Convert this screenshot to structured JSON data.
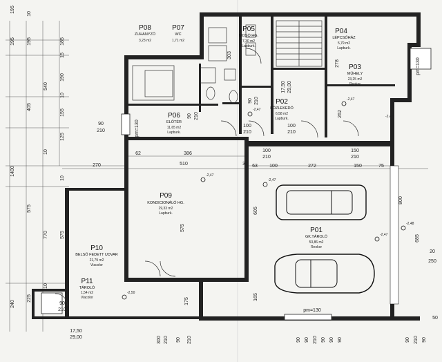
{
  "rooms": {
    "p08": {
      "code": "P08",
      "name": "ZUHANYZÓ",
      "area": "3,23 m2"
    },
    "p07": {
      "code": "P07",
      "name": "WC",
      "area": "1,71 m2"
    },
    "p05": {
      "code": "P05",
      "name": "MOSÓ HG.",
      "area": "7,30 m2",
      "finish": "Lapburk."
    },
    "p04": {
      "code": "P04",
      "name": "LÉPCSŐHÁZ",
      "area": "5,79 m2",
      "finish": "Lapburk."
    },
    "p03": {
      "code": "P03",
      "name": "MŰHELY",
      "area": "23,25 m2",
      "finish": "Reokor"
    },
    "p02": {
      "code": "P02",
      "name": "KÖZLEKEDŐ",
      "area": "6,58 m2",
      "finish": "Lapburk."
    },
    "p06": {
      "code": "P06",
      "name": "ELŐTÉR",
      "area": "11,65 m2",
      "finish": "Lapburk."
    },
    "p09": {
      "code": "P09",
      "name": "KONDICIONÁLÓ HG.",
      "area": "29,33 m2",
      "finish": "Lapburk."
    },
    "p01": {
      "code": "P01",
      "name": "GK.TÁROLÓ",
      "area": "53,86 m2",
      "finish": "Reokor"
    },
    "p10": {
      "code": "P10",
      "name": "BELSŐ FEDETT UDVAR",
      "area": "21,79 m2",
      "finish": "Viacolor"
    },
    "p11": {
      "code": "P11",
      "name": "TÁROLÓ",
      "area": "1,54 m2",
      "finish": "Viacolor"
    }
  },
  "levels": {
    "l1": "-2,47",
    "l2": "-2,47",
    "l3": "-2,47",
    "l4": "-2,47",
    "l5": "-2,47",
    "l6": "-2,48",
    "l7": "-2,50",
    "l8": "-2,47"
  },
  "dims_left": {
    "a1": "195",
    "a2": "10",
    "a3": "185",
    "a4": "15",
    "a5": "190",
    "a6": "10",
    "b1": "195",
    "b2": "540",
    "b3": "405",
    "b4": "155",
    "b5": "125",
    "b6": "10",
    "b7": "1400",
    "b8": "10",
    "c1": "575",
    "c2": "770",
    "c3": "575",
    "d1": "225",
    "d2": "240",
    "d3": "10",
    "d4": "195"
  },
  "dims_top": {
    "t1": "270",
    "t2": "62",
    "t3": "386",
    "t4": "510",
    "t5": "30",
    "t6": "63",
    "t7": "100",
    "t8": "272",
    "t9": "150",
    "t10": "75"
  },
  "openings": {
    "o1": "90",
    "o2": "210",
    "o3": "90",
    "o4": "210",
    "o5": "100",
    "o6": "210",
    "o7": "100",
    "o8": "210",
    "o9": "100",
    "o10": "210",
    "o11": "150",
    "o12": "210",
    "o13": "90",
    "o14": "210",
    "o15": "17,50",
    "o16": "29,00",
    "o17": "17,50",
    "o18": "29,00",
    "o19": "90",
    "o20": "210",
    "o21": "pm=130",
    "o22": "pm=130",
    "o23": "pm=130"
  },
  "dims_inner": {
    "i1": "303",
    "i2": "278",
    "i3": "262",
    "i4": "605",
    "i5": "575",
    "i6": "165",
    "i7": "175",
    "i8": "800",
    "i9": "685",
    "i10": "250",
    "i11": "20",
    "i12": "50"
  },
  "dims_bottom": {
    "b1": "300",
    "b2": "210",
    "b3": "90",
    "b4": "210",
    "b5": "90",
    "b6": "90",
    "b7": "210",
    "b8": "90",
    "b9": "90",
    "b10": "90",
    "b11": "90",
    "b12": "210",
    "b13": "90"
  }
}
